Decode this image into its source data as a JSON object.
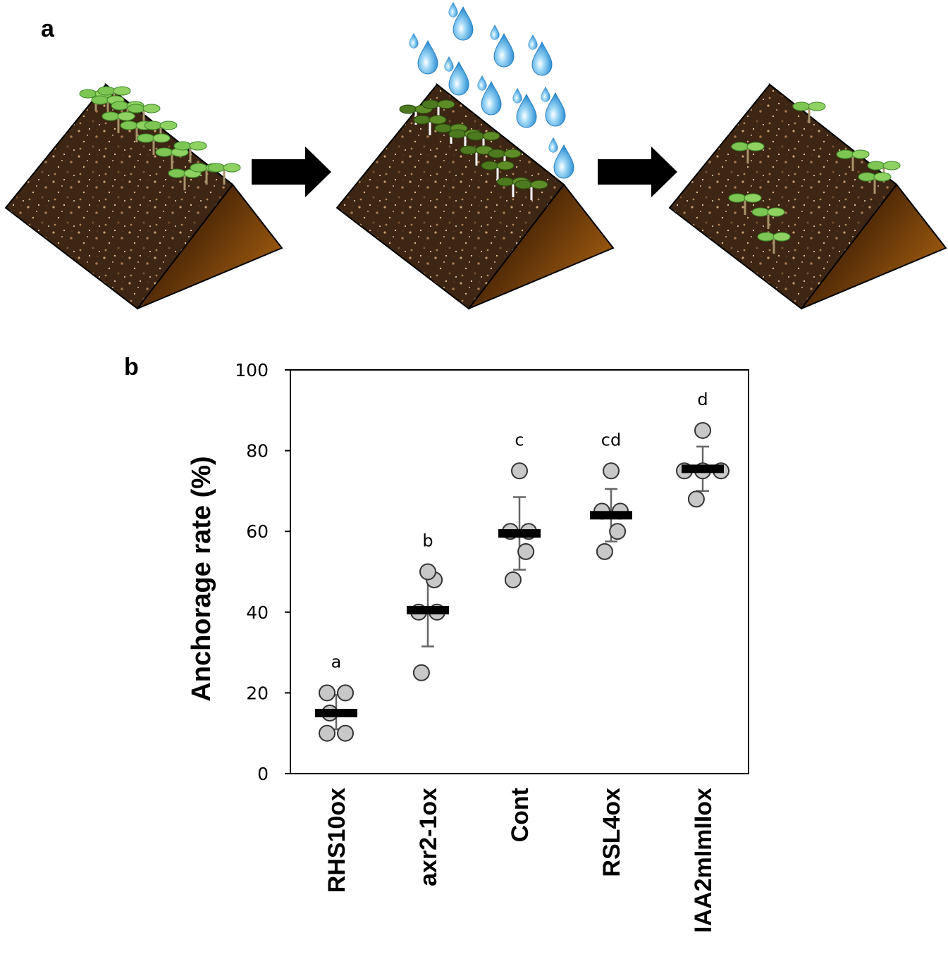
{
  "panels": {
    "a": "a",
    "b": "b"
  },
  "illustration": {
    "icons": [
      "soil-ridge-icon",
      "seedling-icon",
      "arrow-right-icon",
      "water-drop-icon"
    ]
  },
  "chart_data": {
    "type": "scatter",
    "ylabel": "Anchorage rate (%)",
    "xlabel": "",
    "ylim": [
      0,
      100
    ],
    "yticks": [
      0,
      20,
      40,
      60,
      80,
      100
    ],
    "categories": [
      "RHS10ox",
      "axr2-1ox",
      "Cont",
      "RSL4ox",
      "IAA2mImIIox"
    ],
    "groups": [
      {
        "category": "RHS10ox",
        "letter": "a",
        "mean": 15,
        "err_low": 11,
        "err_high": 19.5,
        "points": [
          10,
          10,
          15,
          20,
          20
        ]
      },
      {
        "category": "axr2-1ox",
        "letter": "b",
        "mean": 40.5,
        "err_low": 31.5,
        "err_high": 49.5,
        "points": [
          25,
          40,
          40,
          48,
          50
        ]
      },
      {
        "category": "Cont",
        "letter": "c",
        "mean": 59.5,
        "err_low": 50.5,
        "err_high": 68.5,
        "points": [
          48,
          55,
          60,
          60,
          75
        ]
      },
      {
        "category": "RSL4ox",
        "letter": "cd",
        "mean": 64,
        "err_low": 57.5,
        "err_high": 70.5,
        "points": [
          55,
          60,
          65,
          65,
          75
        ]
      },
      {
        "category": "IAA2mImIIox",
        "letter": "d",
        "mean": 75.5,
        "err_low": 70,
        "err_high": 81,
        "points": [
          68,
          75,
          75,
          75,
          85
        ]
      }
    ],
    "colors": {
      "point_fill": "#c8c8c8",
      "point_stroke": "#333333",
      "mean_bar": "#000000",
      "error_bar": "#666666"
    },
    "grid": false,
    "legend": "none"
  }
}
